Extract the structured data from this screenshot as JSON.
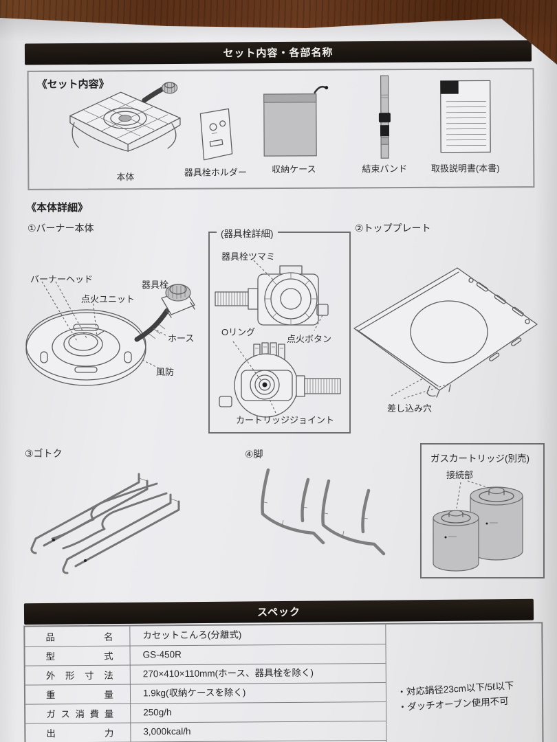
{
  "document": {
    "section1_title": "セット内容・各部名称",
    "section2_title": "スペック"
  },
  "set_contents": {
    "heading": "《セット内容》",
    "items": [
      {
        "name": "本体"
      },
      {
        "name": "器具栓ホルダー"
      },
      {
        "name": "収納ケース"
      },
      {
        "name": "結束バンド"
      },
      {
        "name": "取扱説明書(本書)"
      }
    ]
  },
  "details": {
    "heading": "《本体詳細》",
    "burner_title": "①バーナー本体",
    "burner_labels": {
      "head": "バーナーヘッド",
      "ignition_unit": "点火ユニット",
      "valve": "器具栓",
      "hose": "ホース",
      "windshield": "風防"
    },
    "valve_box": {
      "title": "(器具栓詳細)",
      "knob": "器具栓ツマミ",
      "o_ring": "Oリング",
      "ignition_button": "点火ボタン",
      "cartridge_joint": "カートリッジジョイント"
    },
    "top_plate_title": "②トッププレート",
    "top_plate_hole": "差し込み穴",
    "gotoku_title": "③ゴトク",
    "legs_title": "④脚",
    "cartridge_box": {
      "title": "ガスカートリッジ(別売)",
      "connector": "接続部"
    }
  },
  "spec_table": {
    "rows": [
      {
        "label": "品名",
        "value": "カセットこんろ(分離式)"
      },
      {
        "label": "型式",
        "value": "GS-450R"
      },
      {
        "label": "外形寸法",
        "value": "270×410×110mm(ホース、器具栓を除く)"
      },
      {
        "label": "重量",
        "value": "1.9kg(収納ケースを除く)"
      },
      {
        "label": "ガス消費量",
        "value": "250g/h"
      },
      {
        "label": "出力",
        "value": "3,000kcal/h"
      }
    ],
    "notes": [
      "・対応鍋径23cm以下/5ℓ以下",
      "・ダッチオーブン使用不可"
    ]
  },
  "colors": {
    "header_bar": "#171310",
    "paper": "#e9e9ec",
    "wood": "#6b3a1d",
    "line": "#5c5c5c"
  }
}
